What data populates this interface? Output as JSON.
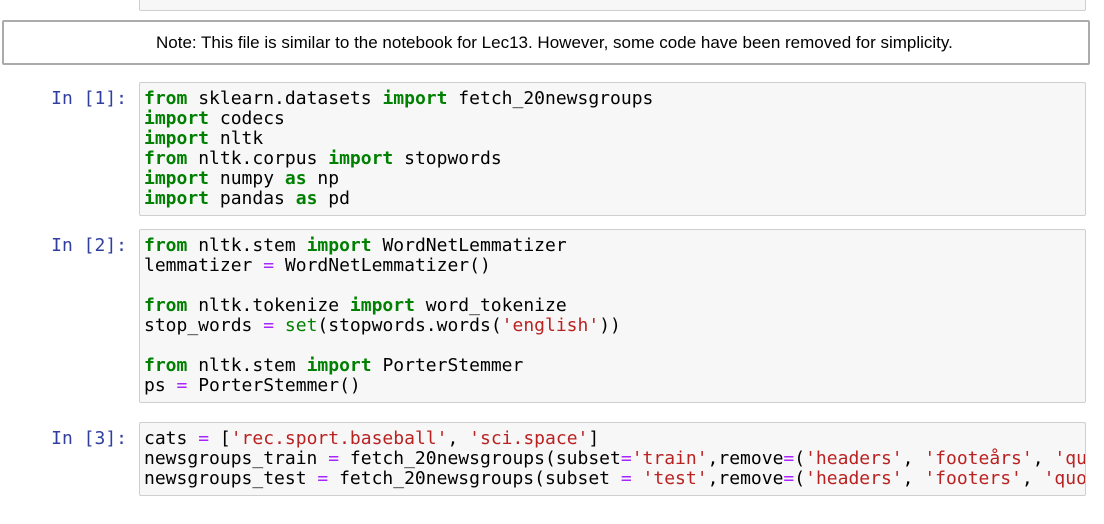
{
  "colors": {
    "keyword": "#008000",
    "operator": "#AA22FF",
    "string": "#BA2121",
    "builtin": "#008000",
    "prompt": "#303F9F",
    "input_background": "#f7f7f7",
    "input_border": "#cfcfcf",
    "selected_cell_border": "#ababab",
    "page_background": "#ffffff"
  },
  "notebook": {
    "note": {
      "text": "Note: This file is similar to the notebook for Lec13. However, some code have been removed for simplicity."
    },
    "cells": [
      {
        "prompt": "In [1]:",
        "lines": [
          [
            {
              "k": "kw",
              "t": "from"
            },
            {
              "k": "pl",
              "t": " sklearn.datasets "
            },
            {
              "k": "kw",
              "t": "import"
            },
            {
              "k": "pl",
              "t": " fetch_20newsgroups"
            }
          ],
          [
            {
              "k": "kw",
              "t": "import"
            },
            {
              "k": "pl",
              "t": " codecs"
            }
          ],
          [
            {
              "k": "kw",
              "t": "import"
            },
            {
              "k": "pl",
              "t": " nltk"
            }
          ],
          [
            {
              "k": "kw",
              "t": "from"
            },
            {
              "k": "pl",
              "t": " nltk.corpus "
            },
            {
              "k": "kw",
              "t": "import"
            },
            {
              "k": "pl",
              "t": " stopwords"
            }
          ],
          [
            {
              "k": "kw",
              "t": "import"
            },
            {
              "k": "pl",
              "t": " numpy "
            },
            {
              "k": "kw",
              "t": "as"
            },
            {
              "k": "pl",
              "t": " np"
            }
          ],
          [
            {
              "k": "kw",
              "t": "import"
            },
            {
              "k": "pl",
              "t": " pandas "
            },
            {
              "k": "kw",
              "t": "as"
            },
            {
              "k": "pl",
              "t": " pd"
            }
          ]
        ]
      },
      {
        "prompt": "In [2]:",
        "lines": [
          [
            {
              "k": "kw",
              "t": "from"
            },
            {
              "k": "pl",
              "t": " nltk.stem "
            },
            {
              "k": "kw",
              "t": "import"
            },
            {
              "k": "pl",
              "t": " WordNetLemmatizer"
            }
          ],
          [
            {
              "k": "pl",
              "t": "lemmatizer "
            },
            {
              "k": "op",
              "t": "="
            },
            {
              "k": "pl",
              "t": " WordNetLemmatizer()"
            }
          ],
          [],
          [
            {
              "k": "kw",
              "t": "from"
            },
            {
              "k": "pl",
              "t": " nltk.tokenize "
            },
            {
              "k": "kw",
              "t": "import"
            },
            {
              "k": "pl",
              "t": " word_tokenize"
            }
          ],
          [
            {
              "k": "pl",
              "t": "stop_words "
            },
            {
              "k": "op",
              "t": "="
            },
            {
              "k": "pl",
              "t": " "
            },
            {
              "k": "bi",
              "t": "set"
            },
            {
              "k": "pl",
              "t": "(stopwords.words("
            },
            {
              "k": "str",
              "t": "'english'"
            },
            {
              "k": "pl",
              "t": "))"
            }
          ],
          [],
          [
            {
              "k": "kw",
              "t": "from"
            },
            {
              "k": "pl",
              "t": " nltk.stem "
            },
            {
              "k": "kw",
              "t": "import"
            },
            {
              "k": "pl",
              "t": " PorterStemmer"
            }
          ],
          [
            {
              "k": "pl",
              "t": "ps "
            },
            {
              "k": "op",
              "t": "="
            },
            {
              "k": "pl",
              "t": " PorterStemmer()"
            }
          ]
        ]
      },
      {
        "prompt": "In [3]:",
        "lines": [
          [
            {
              "k": "pl",
              "t": "cats "
            },
            {
              "k": "op",
              "t": "="
            },
            {
              "k": "pl",
              "t": " ["
            },
            {
              "k": "str",
              "t": "'rec.sport.baseball'"
            },
            {
              "k": "pl",
              "t": ", "
            },
            {
              "k": "str",
              "t": "'sci.space'"
            },
            {
              "k": "pl",
              "t": "]"
            }
          ],
          [
            {
              "k": "pl",
              "t": "newsgroups_train "
            },
            {
              "k": "op",
              "t": "="
            },
            {
              "k": "pl",
              "t": " fetch_20newsgroups(subset"
            },
            {
              "k": "op",
              "t": "="
            },
            {
              "k": "str",
              "t": "'train'"
            },
            {
              "k": "pl",
              "t": ",remove"
            },
            {
              "k": "op",
              "t": "="
            },
            {
              "k": "pl",
              "t": "("
            },
            {
              "k": "str",
              "t": "'headers'"
            },
            {
              "k": "pl",
              "t": ", "
            },
            {
              "k": "str",
              "t": "'footeårs'"
            },
            {
              "k": "pl",
              "t": ", "
            },
            {
              "k": "str",
              "t": "'qu"
            }
          ],
          [
            {
              "k": "pl",
              "t": "newsgroups_test "
            },
            {
              "k": "op",
              "t": "="
            },
            {
              "k": "pl",
              "t": " fetch_20newsgroups(subset "
            },
            {
              "k": "op",
              "t": "="
            },
            {
              "k": "pl",
              "t": " "
            },
            {
              "k": "str",
              "t": "'test'"
            },
            {
              "k": "pl",
              "t": ",remove"
            },
            {
              "k": "op",
              "t": "="
            },
            {
              "k": "pl",
              "t": "("
            },
            {
              "k": "str",
              "t": "'headers'"
            },
            {
              "k": "pl",
              "t": ", "
            },
            {
              "k": "str",
              "t": "'footers'"
            },
            {
              "k": "pl",
              "t": ", "
            },
            {
              "k": "str",
              "t": "'quo"
            }
          ]
        ]
      }
    ]
  }
}
